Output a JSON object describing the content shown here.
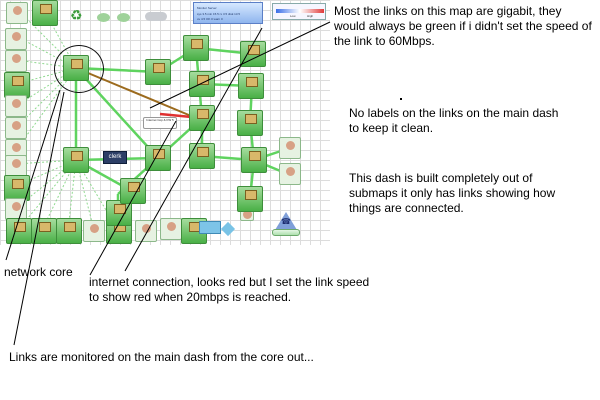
{
  "dashboard": {
    "legend": {
      "line1": "Monitor Server",
      "line2": "sys 3.5 min 15.5 rx 3.5 disk 13.5",
      "line3": "ov 4.5 OK 0 warn 0"
    },
    "scale": {
      "low": "Low",
      "high": "High"
    },
    "internet_label": "Internet Cop & FW 5",
    "clerk_label": "clerk"
  },
  "notes": {
    "gigabit": "Most the links on this map are gigabit, they would always be green if i didn't set the speed of the link to 60Mbps.",
    "labels": "No labels on the links on the main dash to keep it clean.",
    "submaps": "This dash is built completely out of submaps it only has links showing how things are connected.",
    "core": "network core",
    "internet": "internet connection, looks red but I set the link speed to show red when 20mbps is reached.",
    "monitored": "Links are monitored on the main dash from the core out..."
  },
  "colors": {
    "link_green": "#5fd35f",
    "link_dotted": "#8fd98f",
    "link_brown": "#9c6b1e",
    "link_red": "#e03131"
  }
}
